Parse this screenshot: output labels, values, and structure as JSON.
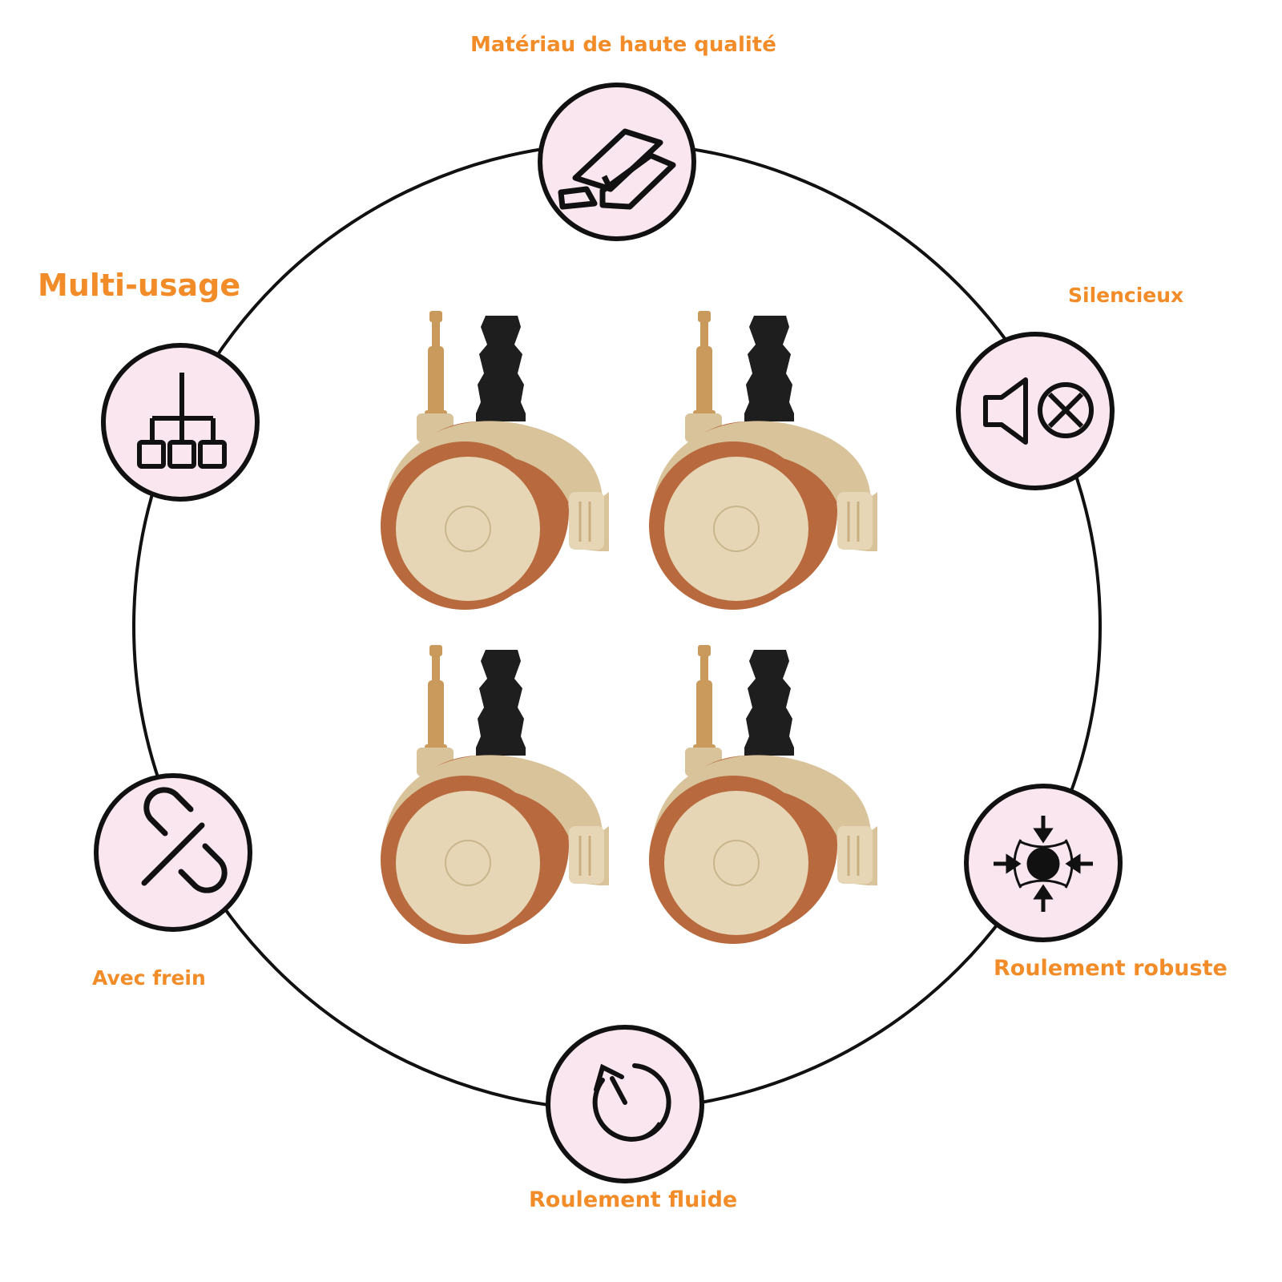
{
  "theme": {
    "accent": "#F28C28",
    "ring": "#111111",
    "badge_fill": "#F9E6EE",
    "caster_body": "#D9C39B",
    "caster_body_light": "#E6D6B6",
    "caster_rim": "#B86A3E",
    "stem_metal": "#C99A5B",
    "sleeve": "#1E1E1E"
  },
  "features": {
    "materiau": {
      "label": "Matériau de haute qualité",
      "icon": "gold-bars-icon"
    },
    "multi": {
      "label": "Multi-usage",
      "icon": "hierarchy-icon"
    },
    "silencieux": {
      "label": "Silencieux",
      "icon": "speaker-mute-icon"
    },
    "frein": {
      "label": "Avec frein",
      "icon": "broken-link-icon"
    },
    "robuste": {
      "label": "Roulement robuste",
      "icon": "pressure-center-icon"
    },
    "fluide": {
      "label": "Roulement fluide",
      "icon": "rotate-icon"
    }
  },
  "product": {
    "caster_count": 4
  }
}
